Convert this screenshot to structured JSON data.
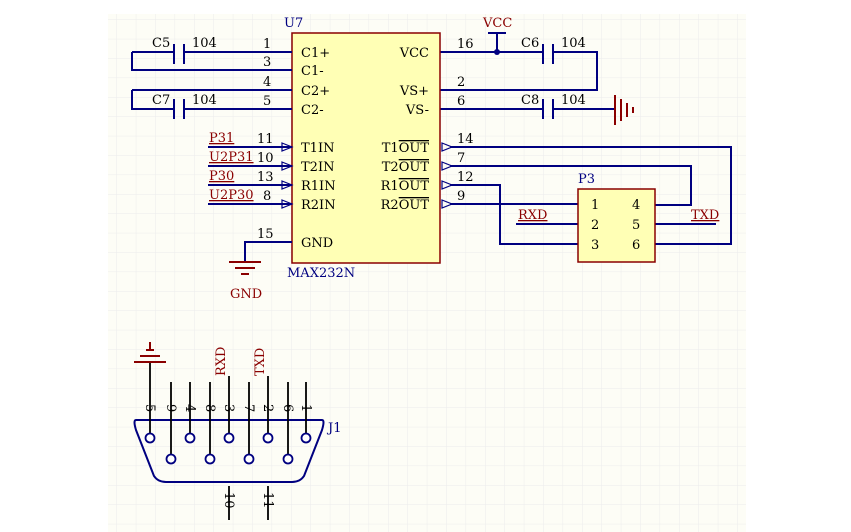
{
  "colors": {
    "background": "#fdfdf6",
    "grid": "#ececec",
    "wire": "#000080",
    "part_fill": "#ffffb5",
    "part_border": "#8a0000",
    "text": "#000000",
    "designator": "#000080",
    "net_label": "#8a0000"
  },
  "u7": {
    "designator": "U7",
    "part": "MAX232N",
    "left_pins": [
      {
        "num": "1",
        "name": "C1+"
      },
      {
        "num": "3",
        "name": "C1-"
      },
      {
        "num": "4",
        "name": "C2+"
      },
      {
        "num": "5",
        "name": "C2-"
      },
      {
        "num": "11",
        "name": "T1IN"
      },
      {
        "num": "10",
        "name": "T2IN"
      },
      {
        "num": "13",
        "name": "R1IN"
      },
      {
        "num": "8",
        "name": "R2IN"
      },
      {
        "num": "15",
        "name": "GND"
      }
    ],
    "right_pins": [
      {
        "num": "16",
        "name": "VCC"
      },
      {
        "num": "2",
        "name": "VS+"
      },
      {
        "num": "6",
        "name": "VS-"
      },
      {
        "num": "14",
        "prefix": "T1",
        "suffix": "OUT"
      },
      {
        "num": "7",
        "prefix": "T2",
        "suffix": "OUT"
      },
      {
        "num": "12",
        "prefix": "R1",
        "suffix": "OUT"
      },
      {
        "num": "9",
        "prefix": "R2",
        "suffix": "OUT"
      }
    ]
  },
  "capacitors": [
    {
      "name": "C5",
      "value": "104"
    },
    {
      "name": "C7",
      "value": "104"
    },
    {
      "name": "C6",
      "value": "104"
    },
    {
      "name": "C8",
      "value": "104"
    }
  ],
  "nets": {
    "vcc": "VCC",
    "gnd": "GND",
    "p31": "P31",
    "u2p31": "U2P31",
    "p30": "P30",
    "u2p30": "U2P30",
    "rxd": "RXD",
    "txd": "TXD"
  },
  "p3": {
    "designator": "P3",
    "pins": [
      "1",
      "2",
      "3",
      "4",
      "5",
      "6"
    ]
  },
  "j1": {
    "designator": "J1",
    "top_pins": [
      "5",
      "9",
      "4",
      "8",
      "3",
      "7",
      "2",
      "6",
      "1"
    ],
    "bottom_pins": [
      "10",
      "11"
    ],
    "rxd_label": "RXD",
    "txd_label": "TXD"
  }
}
